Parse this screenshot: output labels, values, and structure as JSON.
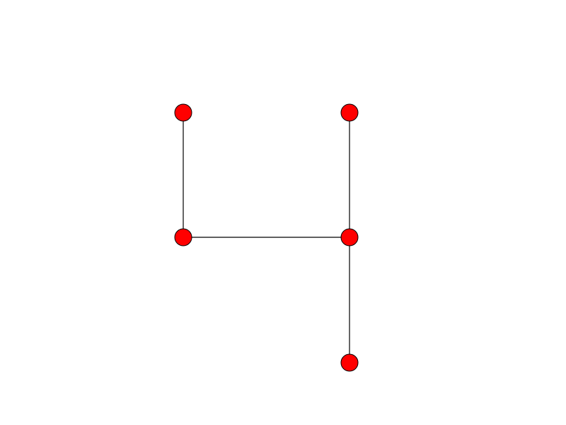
{
  "graph": {
    "node_color": "#ff0000",
    "node_stroke": "#000000",
    "edge_color": "#000000",
    "background": "#ffffff",
    "nodes": [
      {
        "id": "n1"
      },
      {
        "id": "n2"
      },
      {
        "id": "n3"
      },
      {
        "id": "n4"
      },
      {
        "id": "n5"
      }
    ],
    "edges": [
      {
        "source": "n1",
        "target": "n3"
      },
      {
        "source": "n3",
        "target": "n4"
      },
      {
        "source": "n2",
        "target": "n4"
      },
      {
        "source": "n4",
        "target": "n5"
      }
    ]
  }
}
